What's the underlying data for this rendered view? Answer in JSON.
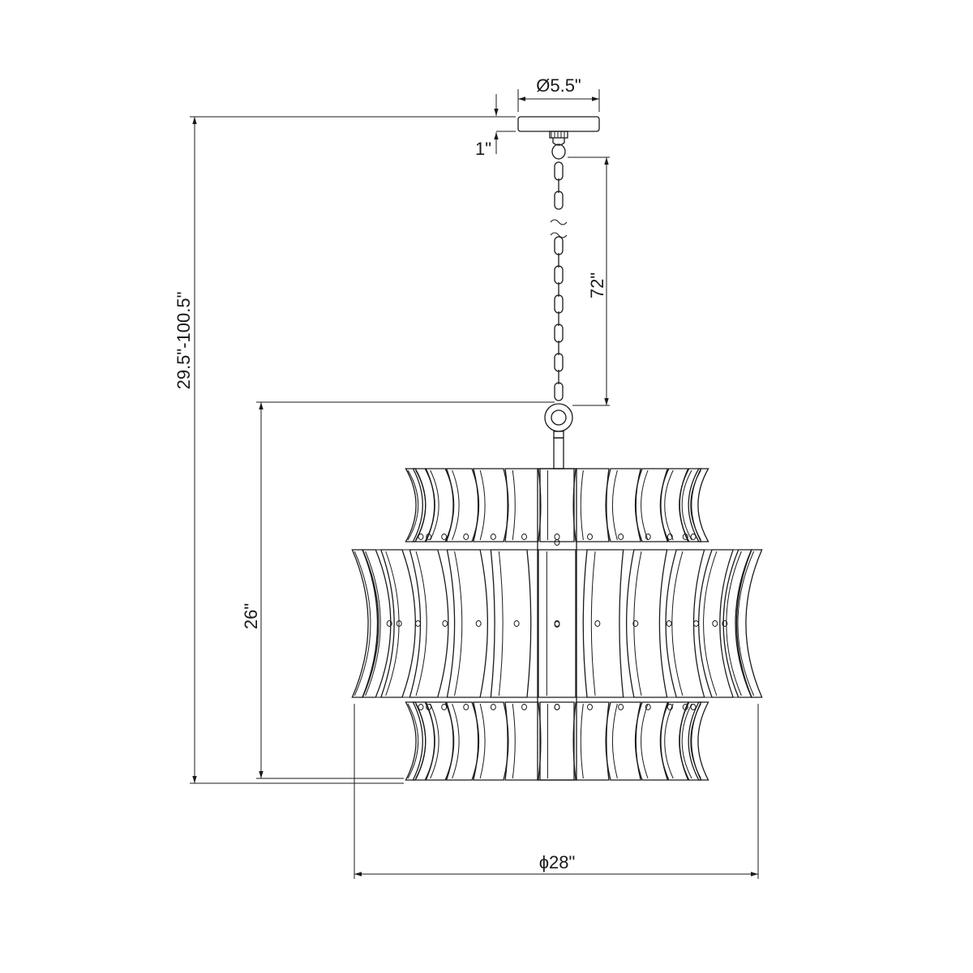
{
  "dimensions": {
    "canopy_diameter": "Ø5.5\"",
    "canopy_height": "1\"",
    "chain_length": "72\"",
    "overall_height": "29.5\"-100.5\"",
    "fixture_height": "26\"",
    "fixture_diameter": "ϕ28\""
  }
}
